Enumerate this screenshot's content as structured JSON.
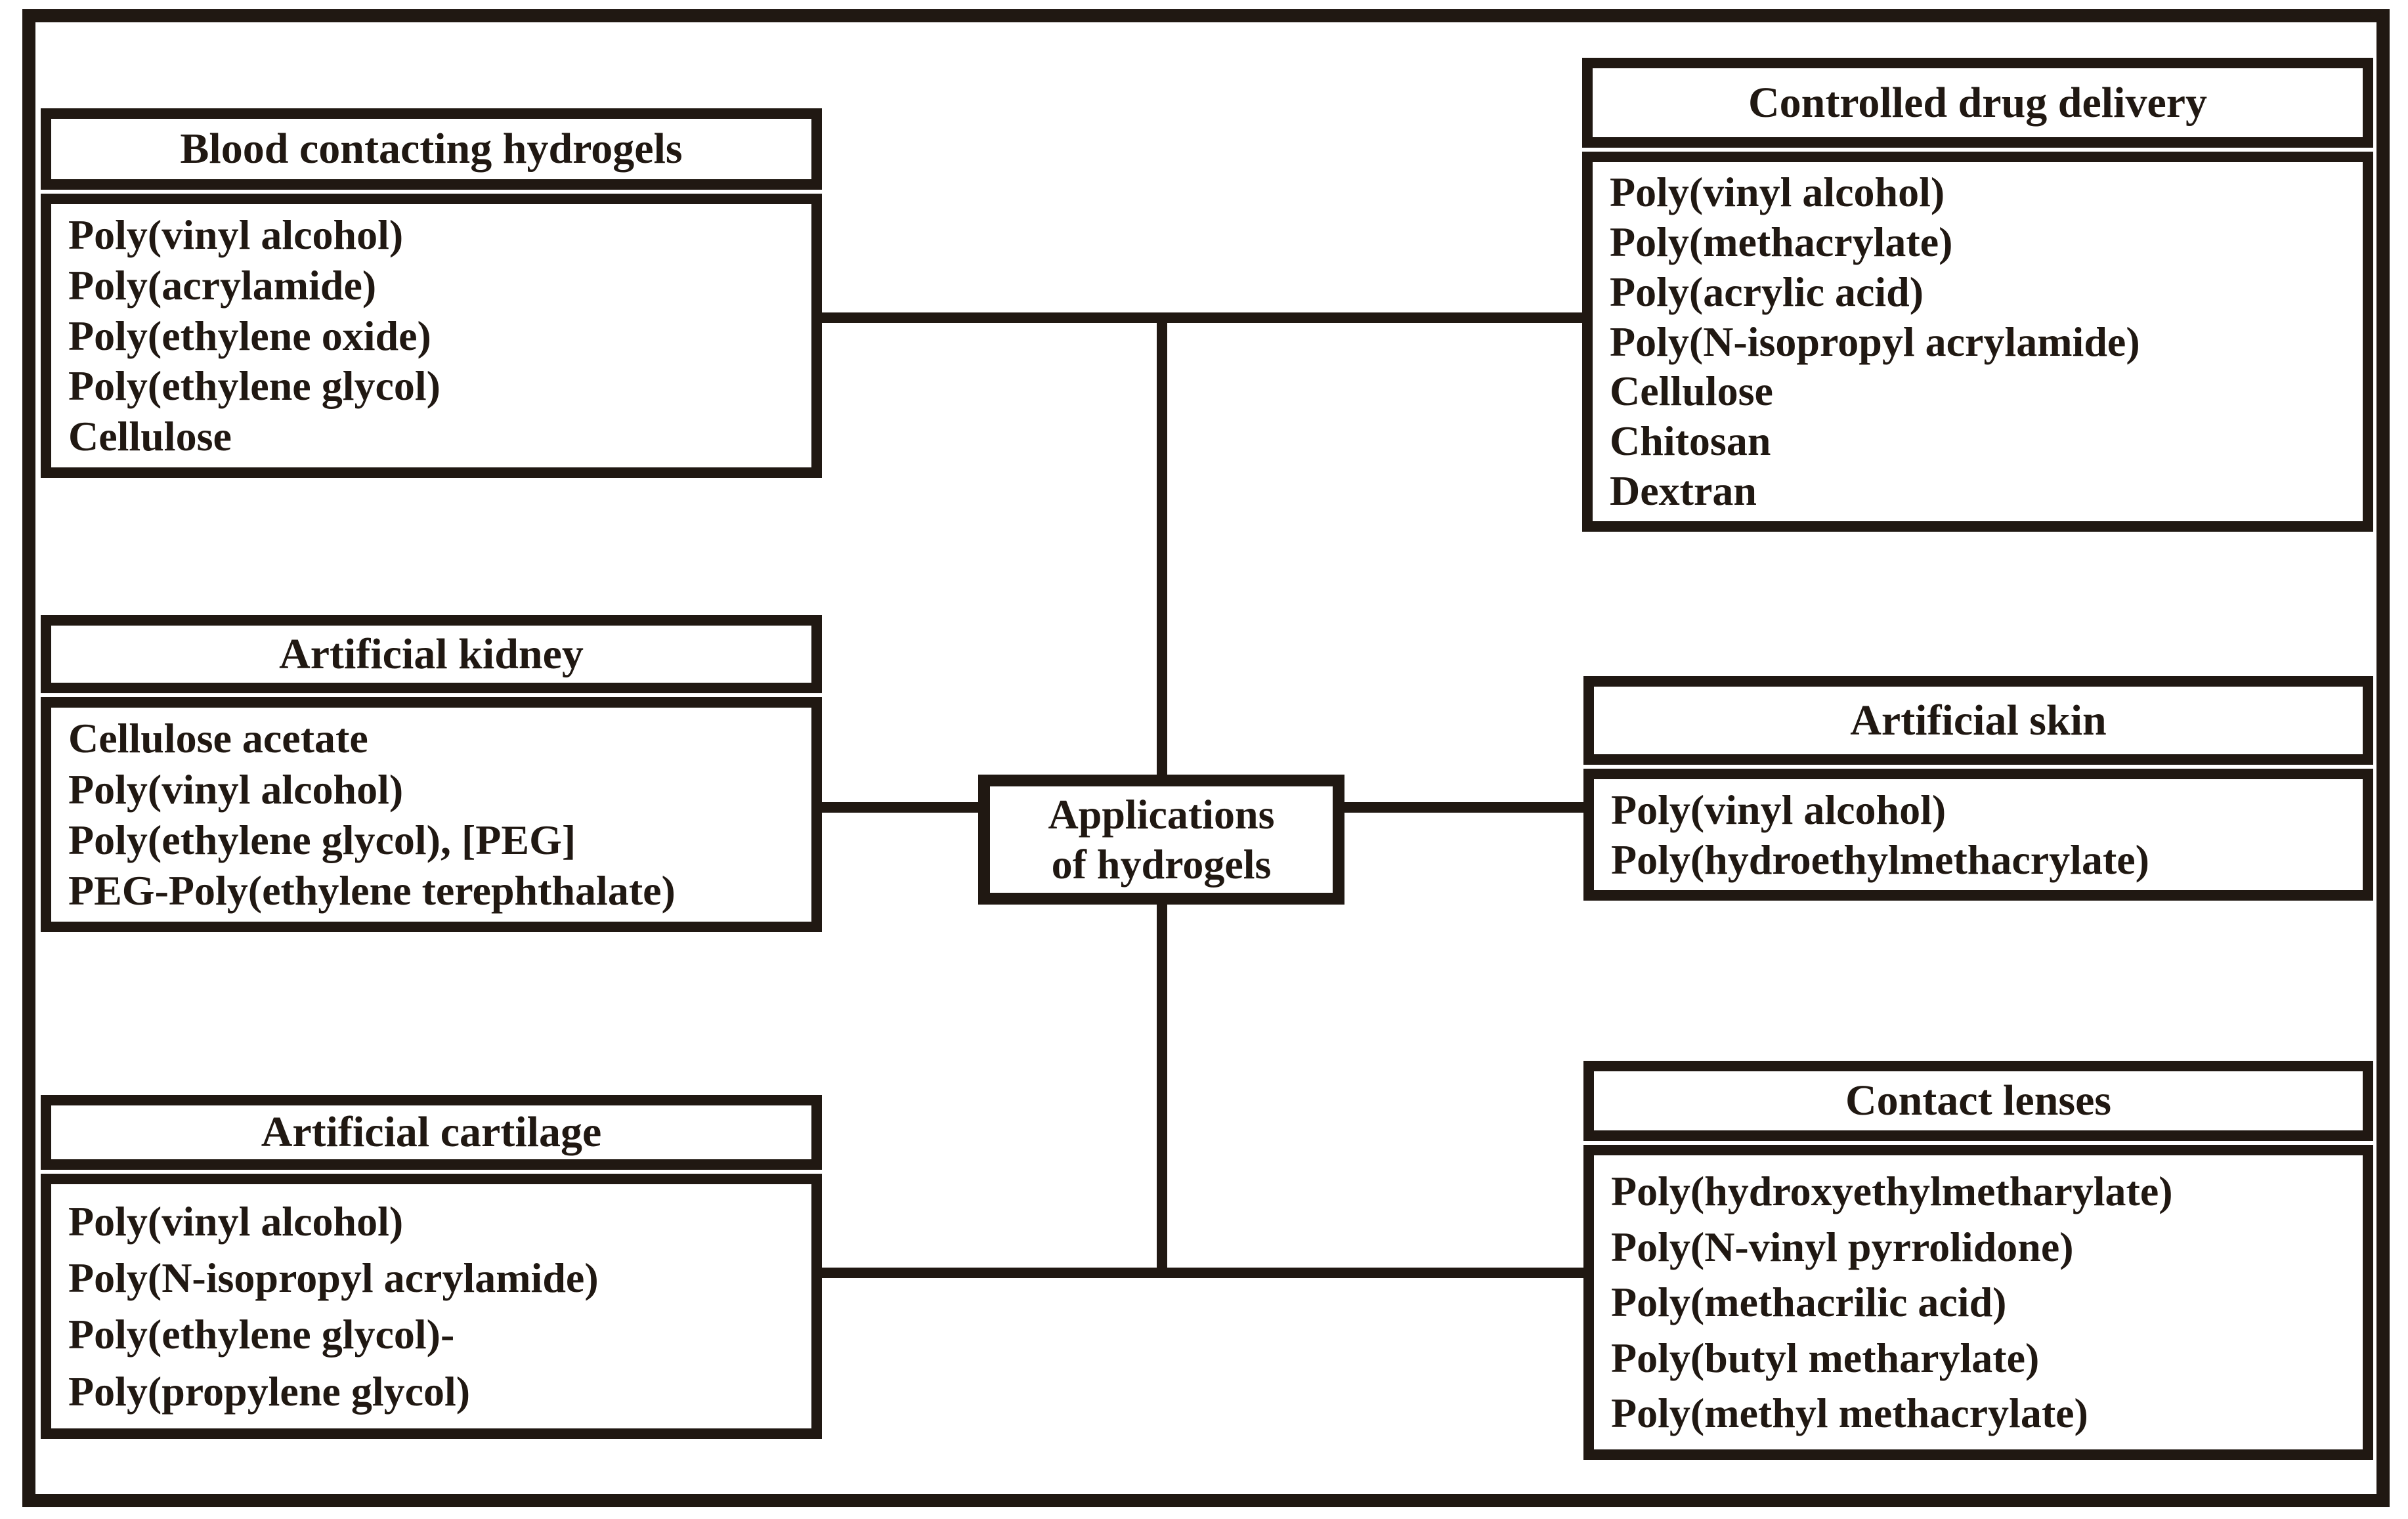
{
  "diagram": {
    "background": "#ffffff",
    "ink_color": "#201812",
    "center": {
      "line1": "Applications",
      "line2": "of hydrogels"
    },
    "nodes": [
      {
        "id": "blood-contacting-hydrogels",
        "title": "Blood contacting hydrogels",
        "items": [
          "Poly(vinyl alcohol)",
          "Poly(acrylamide)",
          "Poly(ethylene oxide)",
          "Poly(ethylene glycol)",
          "Cellulose"
        ]
      },
      {
        "id": "controlled-drug-delivery",
        "title": "Controlled drug delivery",
        "items": [
          "Poly(vinyl alcohol)",
          "Poly(methacrylate)",
          "Poly(acrylic acid)",
          "Poly(N-isopropyl acrylamide)",
          "Cellulose",
          "Chitosan",
          "Dextran"
        ]
      },
      {
        "id": "artificial-kidney",
        "title": "Artificial kidney",
        "items": [
          "Cellulose acetate",
          "Poly(vinyl alcohol)",
          "Poly(ethylene glycol), [PEG]",
          "PEG-Poly(ethylene terephthalate)"
        ]
      },
      {
        "id": "artificial-skin",
        "title": "Artificial skin",
        "items": [
          "Poly(vinyl alcohol)",
          "Poly(hydroethylmethacrylate)"
        ]
      },
      {
        "id": "artificial-cartilage",
        "title": "Artificial cartilage",
        "items": [
          "Poly(vinyl alcohol)",
          "Poly(N-isopropyl acrylamide)",
          "Poly(ethylene glycol)-",
          "Poly(propylene glycol)"
        ]
      },
      {
        "id": "contact-lenses",
        "title": "Contact lenses",
        "items": [
          "Poly(hydroxyethylmetharylate)",
          "Poly(N-vinyl pyrrolidone)",
          "Poly(methacrilic acid)",
          "Poly(butyl metharylate)",
          "Poly(methyl methacrylate)"
        ]
      }
    ]
  }
}
